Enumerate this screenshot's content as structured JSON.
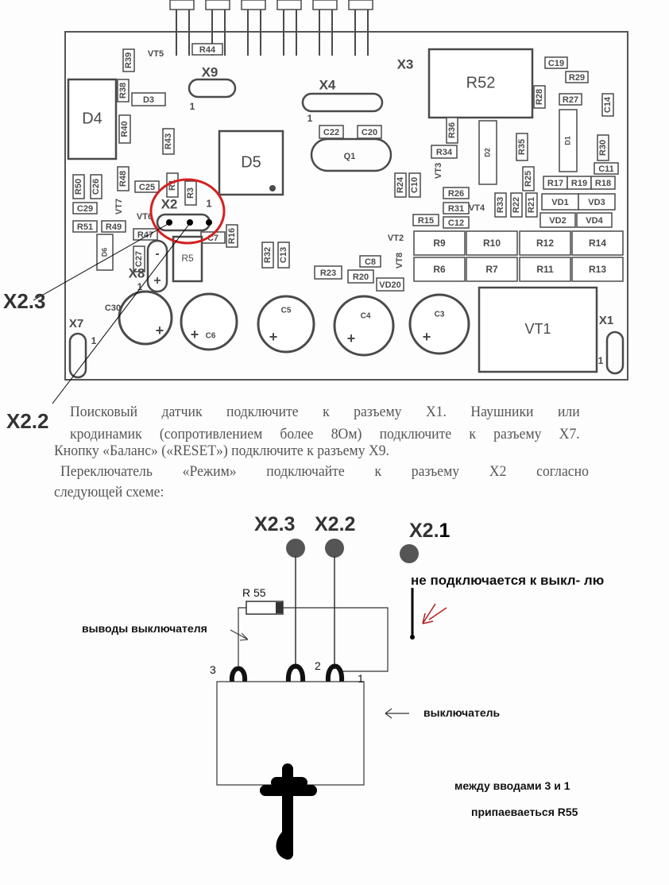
{
  "pcb": {
    "labels": [
      "VT5",
      "R44",
      "R39",
      "X9",
      "1",
      "X4",
      "1",
      "D4",
      "R38",
      "D3",
      "R40",
      "R43",
      "D5",
      "C22",
      "C20",
      "Q1",
      "X3",
      "R52",
      "R28",
      "C19",
      "R29",
      "R27",
      "C14",
      "R36",
      "D2",
      "R35",
      "D1",
      "R30",
      "R34",
      "VT3",
      "R24",
      "C10",
      "R26",
      "R31",
      "VT4",
      "R33",
      "R22",
      "R25",
      "R21",
      "R17",
      "R19",
      "R18",
      "C11",
      "VD1",
      "VD3",
      "VD2",
      "VD4",
      "R15",
      "C12",
      "VT2",
      "R9",
      "R10",
      "R12",
      "R14",
      "R6",
      "R7",
      "R11",
      "R13",
      "VT8",
      "VD20",
      "C8",
      "R20",
      "R23",
      "R50",
      "C26",
      "R48",
      "C25",
      "C29",
      "VT7",
      "R51",
      "R49",
      "D6",
      "VT6",
      "R1",
      "R3",
      "X2",
      "1",
      "R47",
      "C7",
      "R16",
      "R5",
      "C27",
      "X8",
      "1",
      "R32",
      "C13",
      "C30",
      "C6",
      "C5",
      "C4",
      "C3",
      "X7",
      "1",
      "VT1",
      "X1",
      "1"
    ],
    "x8_minus": "-",
    "plus": "+",
    "highlight_color": "#d42020"
  },
  "callouts": {
    "x23": "X2.3",
    "x22": "X2.2"
  },
  "instructions": [
    "Поисковый датчик подключите к разъему X1. Наушники или",
    "кродинамик (сопротивлением более 8Ом) подключите к разъему X7.",
    "Кнопку «Баланс» («RESET») подключите к разъему X9.",
    "Переключатель «Режим» подключайте к разъему X2 согласно",
    "следующей схеме:"
  ],
  "schematic": {
    "x23": "X2.3",
    "x22": "X2.2",
    "x21_prefix": "X2.",
    "x21_suffix": "1",
    "not_connected": "не подключается к выкл- лю",
    "r55": "R 55",
    "switch_pins_label": "выводы выключателя",
    "pin3": "3",
    "pin2": "2",
    "pin1": "1",
    "switch_label": "выключатель",
    "note_line1": "между вводами  3  и 1",
    "note_line2": "припаеваеться R55"
  }
}
